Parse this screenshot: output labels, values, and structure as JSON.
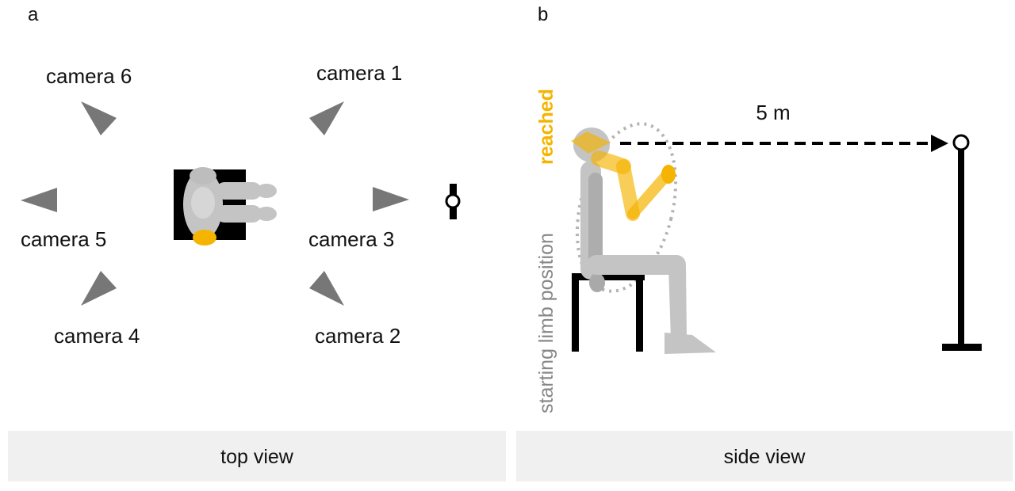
{
  "panels": [
    {
      "letter": "a",
      "caption": "top view",
      "cameras": [
        {
          "label": "camera 1",
          "icon": "camera-triangle-icon"
        },
        {
          "label": "camera 2",
          "icon": "camera-triangle-icon"
        },
        {
          "label": "camera 3",
          "icon": "camera-triangle-icon"
        },
        {
          "label": "camera 4",
          "icon": "camera-triangle-icon"
        },
        {
          "label": "camera 5",
          "icon": "camera-triangle-icon"
        },
        {
          "label": "camera 6",
          "icon": "camera-triangle-icon"
        }
      ]
    },
    {
      "letter": "b",
      "caption": "side view",
      "distance_label": "5 m",
      "reached_label": "reached",
      "start_label": "starting limb position"
    }
  ],
  "colors": {
    "camera": "#777777",
    "figure": "#c4c4c4",
    "highlight": "#f5b400",
    "caption_bg": "#f0f0f0",
    "ink": "#000000"
  }
}
